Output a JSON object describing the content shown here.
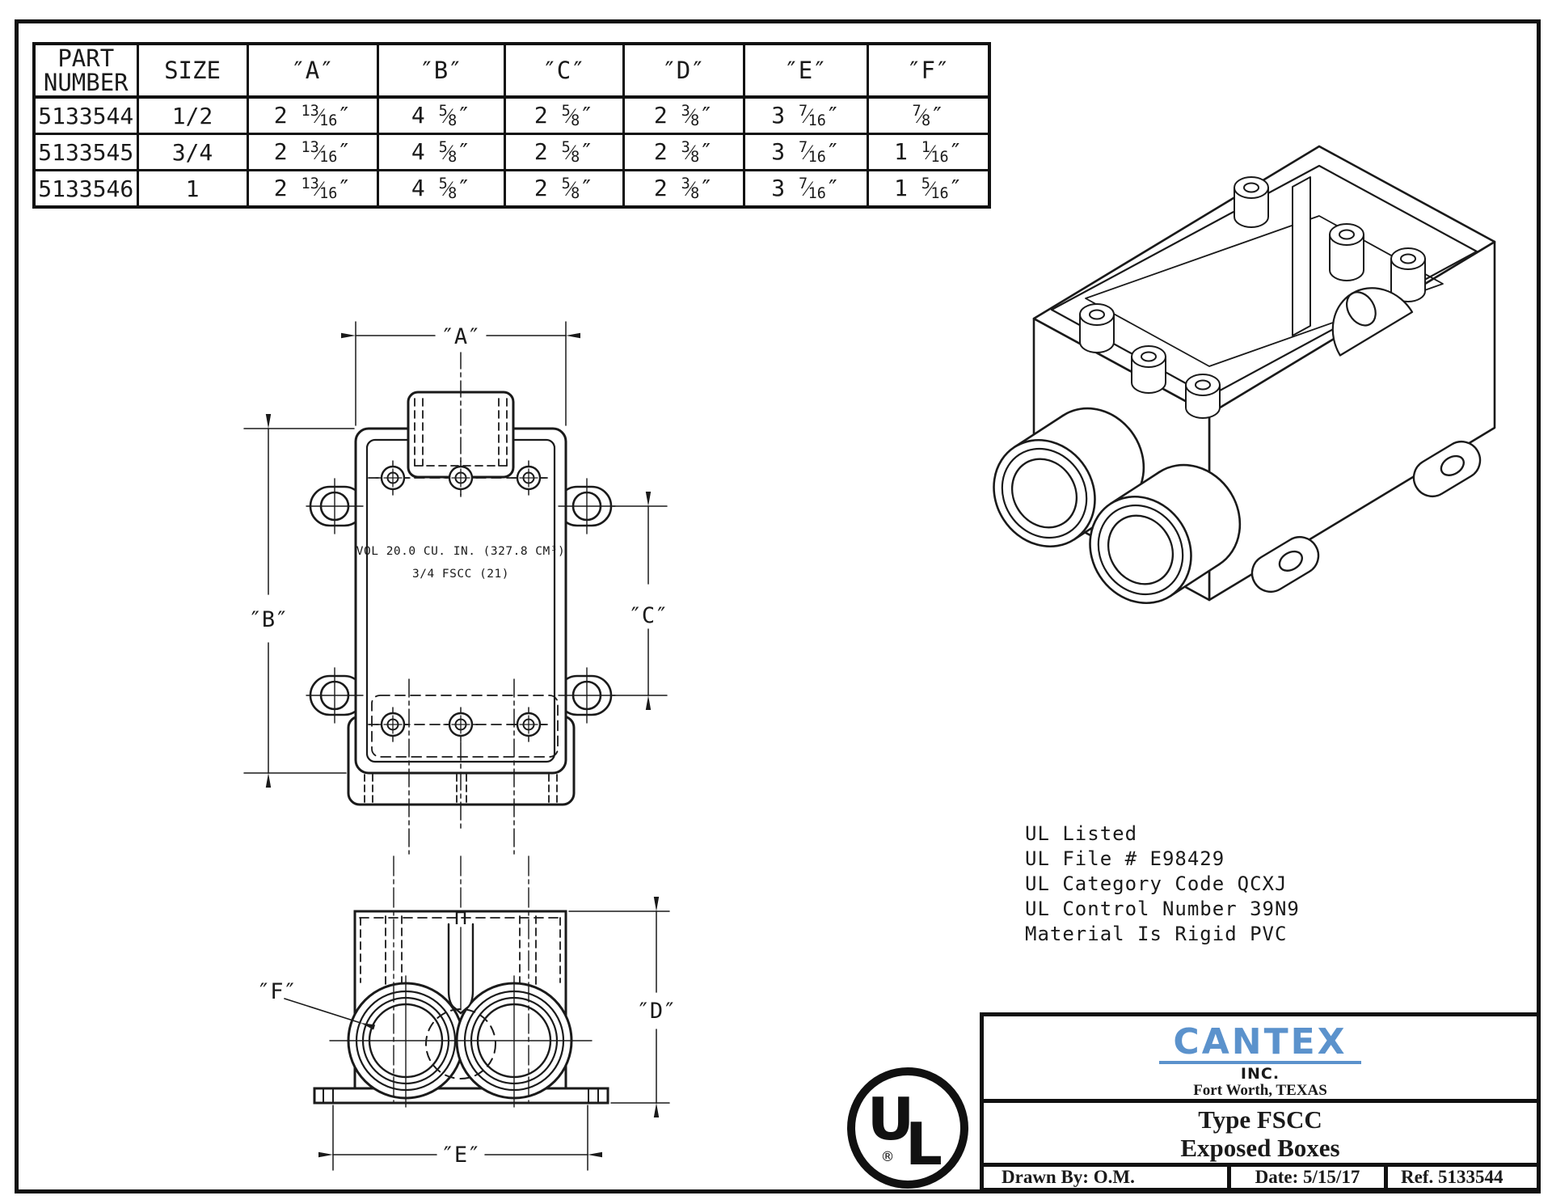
{
  "table": {
    "headers": [
      "PART NUMBER",
      "SIZE",
      "″A″",
      "″B″",
      "″C″",
      "″D″",
      "″E″",
      "″F″"
    ],
    "rows": [
      [
        "5133544",
        "1/2",
        "2 13/16″",
        "4 5/8″",
        "2 5/8″",
        "2 3/8″",
        "3 7/16″",
        "7/8″"
      ],
      [
        "5133545",
        "3/4",
        "2 13/16″",
        "4 5/8″",
        "2 5/8″",
        "2 3/8″",
        "3 7/16″",
        "1 1/16″"
      ],
      [
        "5133546",
        "1",
        "2 13/16″",
        "4 5/8″",
        "2 5/8″",
        "2 3/8″",
        "3 7/16″",
        "1 5/16″"
      ]
    ]
  },
  "front_view": {
    "dim_a": "″A″",
    "dim_b": "″B″",
    "dim_c": "″C″",
    "volume_line1": "VOL 20.0 CU. IN. (327.8 CM³)",
    "volume_line2": "3/4 FSCC (21)"
  },
  "bottom_view": {
    "dim_d": "″D″",
    "dim_e": "″E″",
    "dim_f": "″F″"
  },
  "ul_notes": [
    "UL Listed",
    "UL File # E98429",
    "UL Category Code QCXJ",
    "UL Control Number 39N9",
    "Material Is Rigid PVC"
  ],
  "ul_logo": {
    "letters_u": "U",
    "letters_l": "L",
    "registered": "®"
  },
  "title_block": {
    "brand": "CANTEX",
    "brand_color": "#5b92cc",
    "suffix": "INC.",
    "location": "Fort Worth, TEXAS",
    "product_line1": "Type FSCC",
    "product_line2": "Exposed Boxes",
    "drawn_by": "Drawn By: O.M.",
    "date": "Date: 5/15/17",
    "ref": "Ref. 5133544"
  }
}
